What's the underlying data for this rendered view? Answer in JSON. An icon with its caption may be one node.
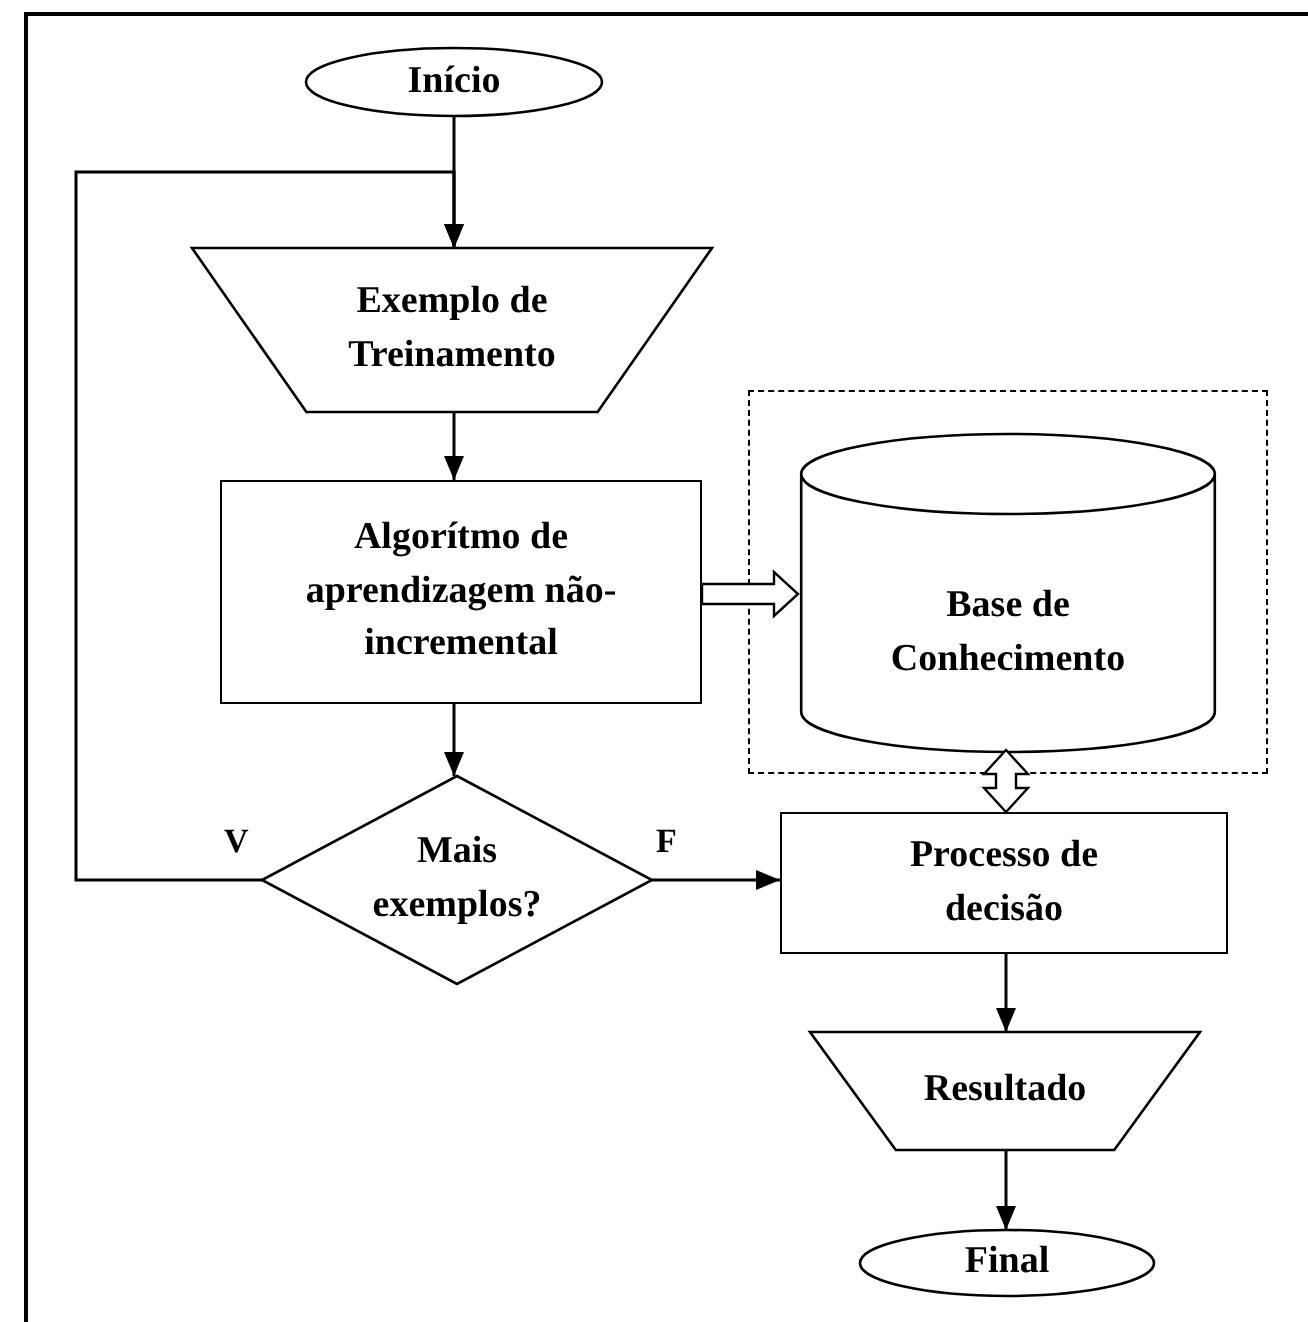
{
  "diagram": {
    "nodes": [
      {
        "text": [
          "Início"
        ]
      },
      {
        "text": [
          "Exemplo de Treinamento"
        ]
      },
      {
        "text": [
          "Algorítmo de aprendizagem não-incremental"
        ]
      },
      {
        "text": [],
        "shape": "box"
      },
      {
        "text": [
          "Base de Conhecimento"
        ],
        "in": 3
      },
      {
        "text": [
          "Mais exemplos?"
        ]
      },
      {
        "text": [
          "Processo de decisão"
        ]
      },
      {
        "text": [
          "Resultado"
        ]
      },
      {
        "text": [
          "Final"
        ]
      }
    ],
    "edges": [
      {
        "from": 0,
        "to": 1,
        "arrow": "to"
      },
      {
        "from": 5,
        "to": 1,
        "arrow": "to",
        "label": "V"
      },
      {
        "from": 1,
        "to": 2,
        "arrow": "to"
      },
      {
        "from": 2,
        "to": 4,
        "arrow": "to",
        "style": "thick"
      },
      {
        "from": 2,
        "to": 5,
        "arrow": "to"
      },
      {
        "from": 4,
        "to": 6,
        "arrow": "both",
        "style": "thick"
      },
      {
        "from": 5,
        "to": 6,
        "arrow": "to",
        "label": "F"
      },
      {
        "from": 6,
        "to": 7,
        "arrow": "to"
      },
      {
        "from": 7,
        "to": 8,
        "arrow": "to"
      }
    ]
  }
}
